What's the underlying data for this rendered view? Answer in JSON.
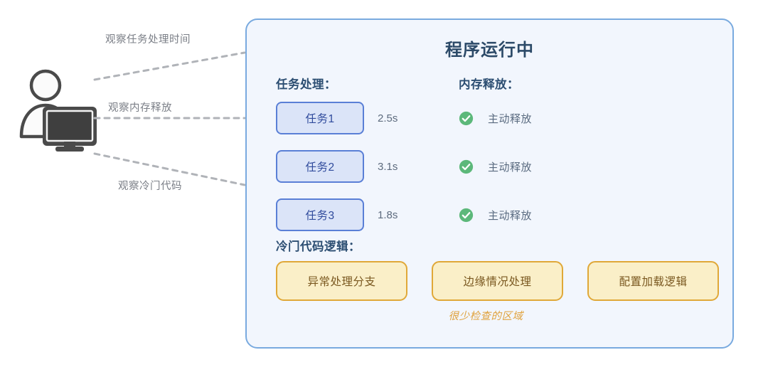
{
  "observer": {
    "icon": "person-with-monitor-icon",
    "annotations": [
      {
        "label": "观察任务处理时间"
      },
      {
        "label": "观察内存释放"
      },
      {
        "label": "观察冷门代码"
      }
    ]
  },
  "panel": {
    "title": "程序运行中",
    "tasks": {
      "heading": "任务处理：",
      "items": [
        {
          "name": "任务1",
          "duration": "2.5s"
        },
        {
          "name": "任务2",
          "duration": "3.1s"
        },
        {
          "name": "任务3",
          "duration": "1.8s"
        }
      ]
    },
    "memory": {
      "heading": "内存释放：",
      "items": [
        {
          "status_icon": "check-circle-icon",
          "label": "主动释放"
        },
        {
          "status_icon": "check-circle-icon",
          "label": "主动释放"
        },
        {
          "status_icon": "check-circle-icon",
          "label": "主动释放"
        }
      ]
    },
    "cold_code": {
      "heading": "冷门代码逻辑：",
      "items": [
        {
          "label": "异常处理分支"
        },
        {
          "label": "边缘情况处理"
        },
        {
          "label": "配置加载逻辑"
        }
      ],
      "caption": "很少检查的区域"
    }
  },
  "colors": {
    "panel_border": "#79aadf",
    "panel_background": "#f2f6fd",
    "heading_text": "#2c4e72",
    "task_chip_border": "#5a7fd6",
    "task_chip_background": "#dbe4f8",
    "check_green": "#5cb87a",
    "cold_chip_border": "#e0a838",
    "cold_chip_background": "#faefc8",
    "caption_orange": "#e0a23c",
    "connector_gray": "#b0b3b8"
  }
}
